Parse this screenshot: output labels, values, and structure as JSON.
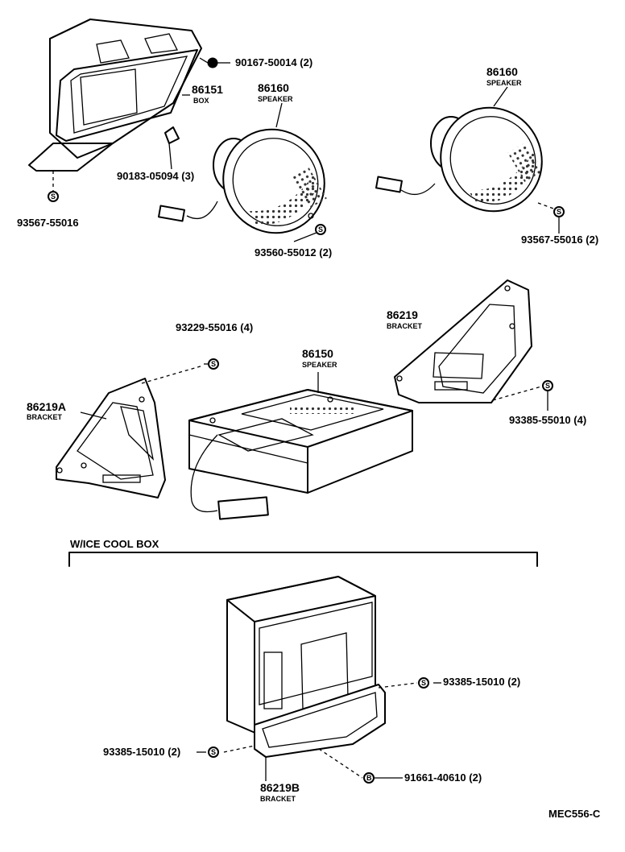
{
  "diagram": {
    "code": "MEC556-C",
    "section_heading": "W/ICE COOL BOX",
    "symbol_s": "S",
    "symbol_b": "B",
    "parts": {
      "screw": {
        "number": "90167-50014",
        "qty": "(2)"
      },
      "box": {
        "number": "86151",
        "name": "BOX"
      },
      "speaker_left": {
        "number": "86160",
        "name": "SPEAKER"
      },
      "speaker_right": {
        "number": "86160",
        "name": "SPEAKER"
      },
      "clip": {
        "number": "90183-05094",
        "qty": "(3)"
      },
      "screw_box": {
        "number": "93567-55016"
      },
      "screw_speaker_left": {
        "number": "93560-55012",
        "qty": "(2)"
      },
      "screw_speaker_right": {
        "number": "93567-55016",
        "qty": "(2)"
      },
      "screw_bracket_left": {
        "number": "93229-55016",
        "qty": "(4)"
      },
      "speaker_main": {
        "number": "86150",
        "name": "SPEAKER"
      },
      "bracket_right": {
        "number": "86219",
        "name": "BRACKET"
      },
      "bracket_left": {
        "number": "86219A",
        "name": "BRACKET"
      },
      "screw_bracket_right": {
        "number": "93385-55010",
        "qty": "(4)"
      },
      "screw_cool_right": {
        "number": "93385-15010",
        "qty": "(2)"
      },
      "screw_cool_left": {
        "number": "93385-15010",
        "qty": "(2)"
      },
      "bolt_cool": {
        "number": "91661-40610",
        "qty": "(2)"
      },
      "bracket_cool": {
        "number": "86219B",
        "name": "BRACKET"
      }
    }
  }
}
